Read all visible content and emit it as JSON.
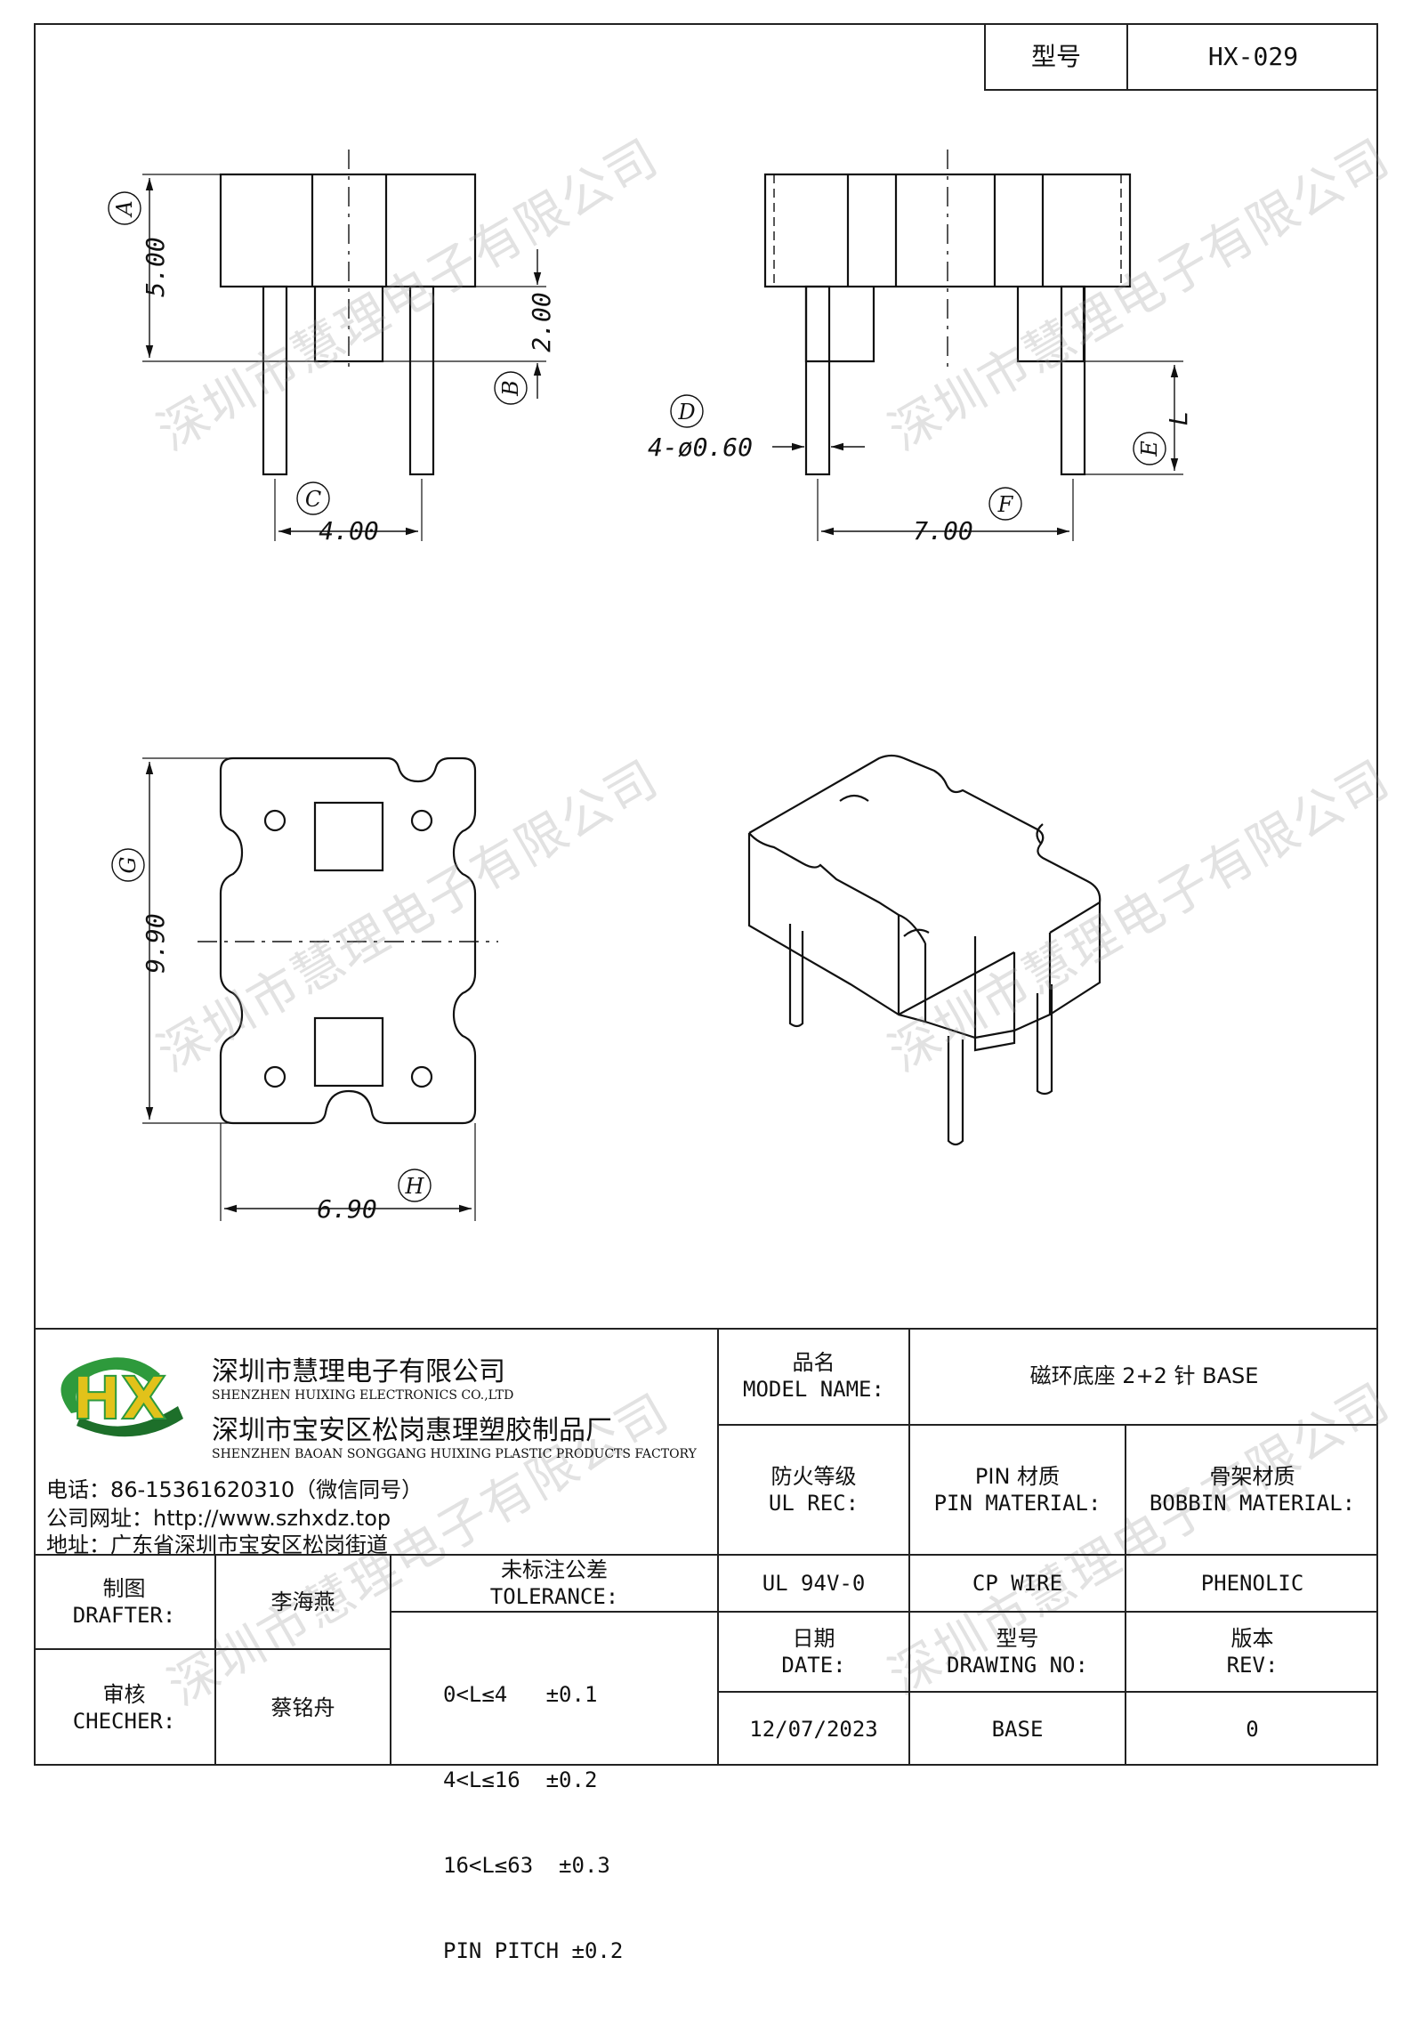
{
  "header": {
    "model_label": "型号",
    "model_value": "HX-029"
  },
  "dimensions": {
    "top_height": "5.00",
    "base_to_pin": "2.00",
    "pin_spacing_front": "4.00",
    "pin_diameter": "4-ø0.60",
    "pin_spacing_side": "7.00",
    "pin_length": "L",
    "body_length": "9.90",
    "body_width": "6.90",
    "markers": [
      "A",
      "B",
      "C",
      "D",
      "E",
      "F",
      "G",
      "H"
    ]
  },
  "company": {
    "name_cn": "深圳市慧理电子有限公司",
    "name_en": "SHENZHEN HUIXING ELECTRONICS CO.,LTD",
    "factory_cn": "深圳市宝安区松岗惠理塑胶制品厂",
    "factory_en": "SHENZHEN BAOAN SONGGANG HUIXING PLASTIC PRODUCTS FACTORY",
    "phone": "电话：86-15361620310（微信同号）",
    "website": "公司网址：http://www.szhxdz.top",
    "address": "地址：广东省深圳市宝安区松岗街道",
    "logo_text": "HX",
    "colors": {
      "logo_green": "#2e9a3c",
      "logo_yellow": "#e2c21a",
      "logo_dark": "#1d6f2a"
    }
  },
  "watermark": "深圳市慧理电子有限公司",
  "title_block": {
    "model_name_label_cn": "品名",
    "model_name_label_en": "MODEL NAME:",
    "model_name_value": "磁环底座 2+2 针 BASE",
    "ul_label_cn": "防火等级",
    "ul_label_en": "UL REC:",
    "pin_mat_label_cn": "PIN 材质",
    "pin_mat_label_en": "PIN MATERIAL:",
    "bobbin_mat_label_cn": "骨架材质",
    "bobbin_mat_label_en": "BOBBIN MATERIAL:",
    "ul_value": "UL 94V-0",
    "pin_mat_value": "CP WIRE",
    "bobbin_mat_value": "PHENOLIC",
    "date_label_cn": "日期",
    "date_label_en": "DATE:",
    "drawing_no_label_cn": "型号",
    "drawing_no_label_en": "DRAWING NO:",
    "rev_label_cn": "版本",
    "rev_label_en": "REV:",
    "date_value": "12/07/2023",
    "drawing_no_value": "BASE",
    "rev_value": "0",
    "drafter_label_cn": "制图",
    "drafter_label_en": "DRAFTER:",
    "drafter_value": "李海燕",
    "checker_label_cn": "审核",
    "checker_label_en": "CHECHER:",
    "checker_value": "蔡铭舟",
    "tolerance_label_cn": "未标注公差",
    "tolerance_label_en": "TOLERANCE:",
    "tolerance_lines": [
      "0<L≤4   ±0.1",
      "4<L≤16  ±0.2",
      "16<L≤63  ±0.3",
      "PIN PITCH ±0.2"
    ]
  }
}
